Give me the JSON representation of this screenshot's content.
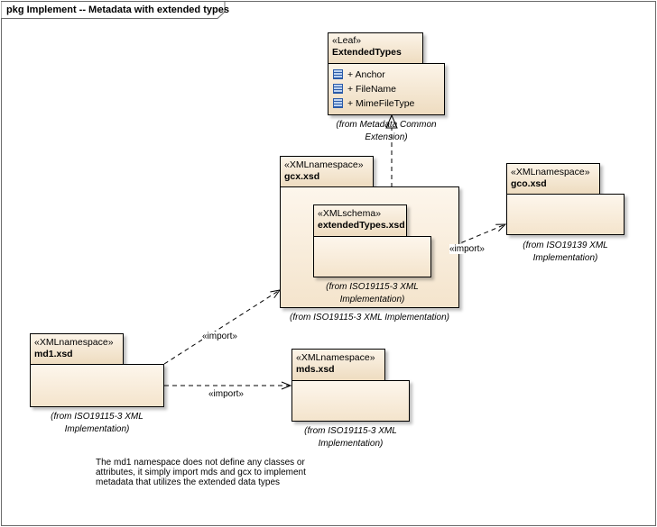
{
  "diagram": {
    "title": "pkg Implement -- Metadata with extended types"
  },
  "class_extended_types": {
    "stereotype": "«Leaf»",
    "name": "ExtendedTypes",
    "attributes": [
      "+ Anchor",
      "+ FileName",
      "+ MimeFileType"
    ],
    "from_line1": "(from Metadata Common",
    "from_line2": "Extension)"
  },
  "package_gcx": {
    "stereotype": "«XMLnamespace»",
    "name": "gcx.xsd",
    "from_text": "(from ISO19115-3 XML Implementation)"
  },
  "package_extended_types_xsd": {
    "stereotype": "«XMLschema»",
    "name": "extendedTypes.xsd",
    "from_line1": "(from ISO19115-3 XML",
    "from_line2": "Implementation)"
  },
  "package_gco": {
    "stereotype": "«XMLnamespace»",
    "name": "gco.xsd",
    "from_line1": "(from ISO19139 XML",
    "from_line2": "Implementation)"
  },
  "package_md1": {
    "stereotype": "«XMLnamespace»",
    "name": "md1.xsd",
    "from_line1": "(from ISO19115-3 XML",
    "from_line2": "Implementation)"
  },
  "package_mds": {
    "stereotype": "«XMLnamespace»",
    "name": "mds.xsd",
    "from_line1": "(from ISO19115-3 XML",
    "from_line2": "Implementation)"
  },
  "relations": {
    "import_label": "«import»"
  },
  "note": {
    "text": "The md1 namespace does not define any classes or attributes, it simply import mds and gcx to implement metadata that utilizes the extended data types"
  },
  "colors": {
    "fill_top": "#fcf4e8",
    "fill_bottom": "#eedcc0",
    "attr_icon": "#2a5aa8"
  }
}
